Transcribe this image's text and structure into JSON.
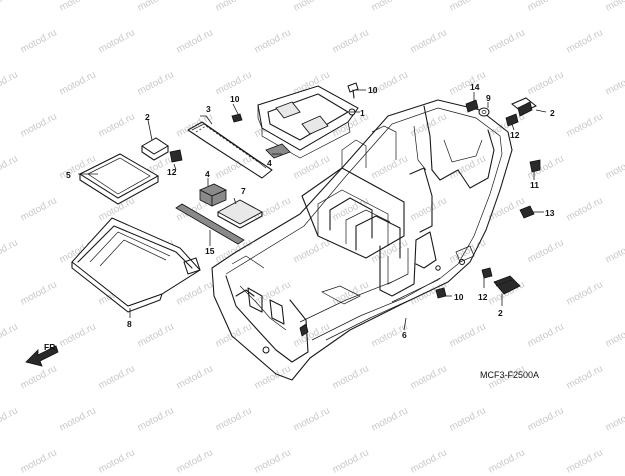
{
  "watermark": "motod.ru",
  "diagram_code": "MCF3-F2500A",
  "front_arrow_label": "FR.",
  "callouts": {
    "c1": "1",
    "c2a": "2",
    "c2b": "2",
    "c2c": "2",
    "c3": "3",
    "c4a": "4",
    "c4b": "4",
    "c5": "5",
    "c6": "6",
    "c7": "7",
    "c8": "8",
    "c9": "9",
    "c10a": "10",
    "c10b": "10",
    "c10c": "10",
    "c11": "11",
    "c12a": "12",
    "c12b": "12",
    "c12c": "12",
    "c13": "13",
    "c14": "14",
    "c15": "15"
  },
  "colors": {
    "ink": "#1a1a1a",
    "watermark": "#c9c9c9",
    "background": "#ffffff"
  }
}
